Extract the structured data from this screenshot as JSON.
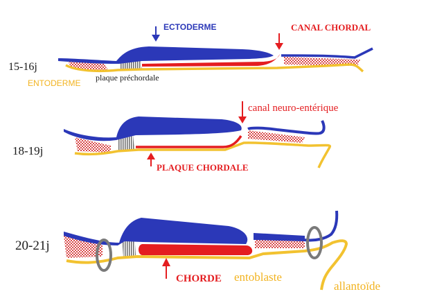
{
  "colors": {
    "ectoderm": "#2b38b8",
    "entoderm": "#f2c230",
    "chordal": "#e41d20",
    "mesoderm_hatch": "#d94a4a",
    "prechordal_hatch": "#6b6b6b",
    "ring": "#7a7a7a",
    "text_dark": "#1a1a1a",
    "text_entoderm": "#f2b320"
  },
  "stage1": {
    "label": "15-16j",
    "ectoderme_label": "ECTODERME",
    "canal_label": "CANAL CHORDAL",
    "plaque_label": "plaque préchordale",
    "entoderme_label": "ENTODERME"
  },
  "stage2": {
    "label": "18-19j",
    "canal_label": "canal neuro-entérique",
    "plaque_label": "PLAQUE CHORDALE"
  },
  "stage3": {
    "label": "20-21j",
    "chorde_label": "CHORDE",
    "entoblaste_label": "entoblaste",
    "allantoide_label": "allantoïde"
  }
}
